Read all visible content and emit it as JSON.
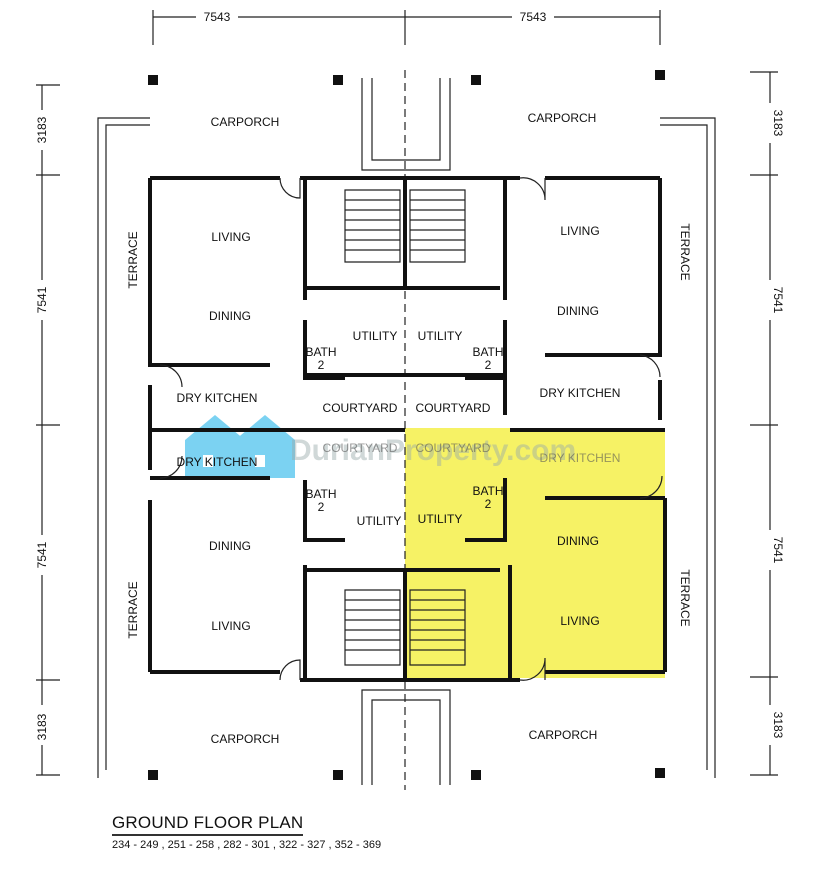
{
  "title": "GROUND FLOOR PLAN",
  "unit_numbers": "234 - 249 , 251 - 258 , 282 - 301 , 322 - 327 , 352 - 369",
  "watermark": "DurianProperty.com",
  "watermark_color": "#5bc8f0",
  "highlight_color": "#f5f04a",
  "dimensions": {
    "top_left": "7543",
    "top_right": "7543",
    "left": [
      "3183",
      "7541",
      "7541",
      "3183"
    ],
    "right": [
      "3183",
      "7541",
      "7541",
      "3183"
    ]
  },
  "rooms": {
    "carporch": "CARPORCH",
    "living": "LIVING",
    "dining": "DINING",
    "terrace": "TERRACE",
    "bath": "BATH",
    "bath_num": "2",
    "utility": "UTILITY",
    "dry_kitchen": "DRY KITCHEN",
    "courtyard": "COURTYARD"
  }
}
